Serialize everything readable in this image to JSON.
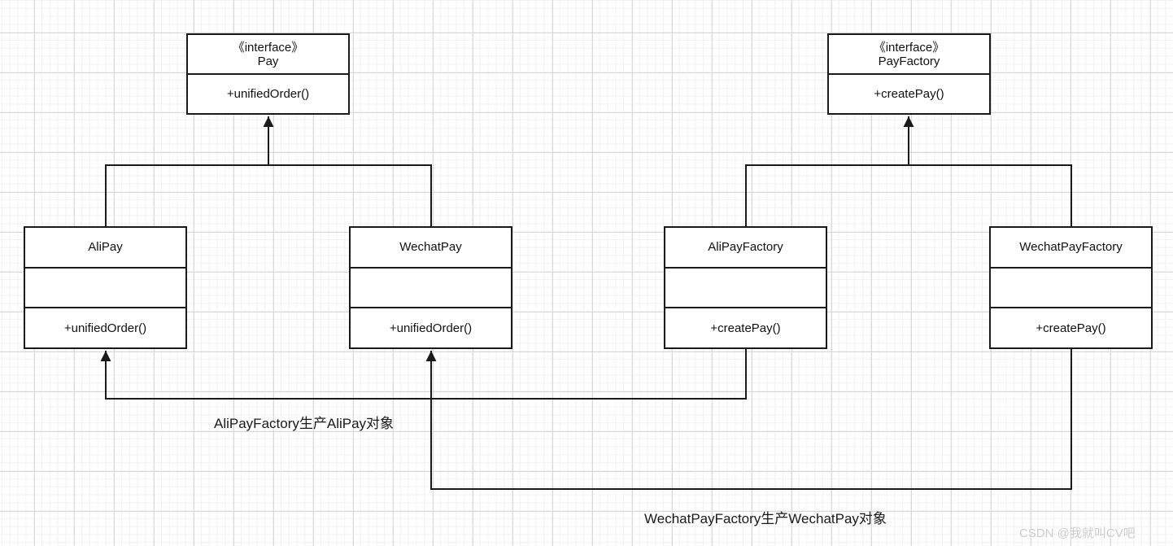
{
  "diagram": {
    "interfaces": [
      {
        "stereotype": "《interface》",
        "name": "Pay",
        "method": "+unifiedOrder()"
      },
      {
        "stereotype": "《interface》",
        "name": "PayFactory",
        "method": "+createPay()"
      }
    ],
    "classes": [
      {
        "name": "AliPay",
        "attributes": "",
        "method": "+unifiedOrder()"
      },
      {
        "name": "WechatPay",
        "attributes": "",
        "method": "+unifiedOrder()"
      },
      {
        "name": "AliPayFactory",
        "attributes": "",
        "method": "+createPay()"
      },
      {
        "name": "WechatPayFactory",
        "attributes": "",
        "method": "+createPay()"
      }
    ],
    "annotations": [
      {
        "text": "AliPayFactory生产AliPay对象"
      },
      {
        "text": "WechatPayFactory生产WechatPay对象"
      }
    ],
    "watermark": "CSDN @我就叫CV吧",
    "colors": {
      "line": "#1a1a1a",
      "box_fill": "#ffffff",
      "grid_minor": "#f3f1f1",
      "grid_major": "#d9d9d9",
      "watermark": "#cbcbcb"
    }
  }
}
